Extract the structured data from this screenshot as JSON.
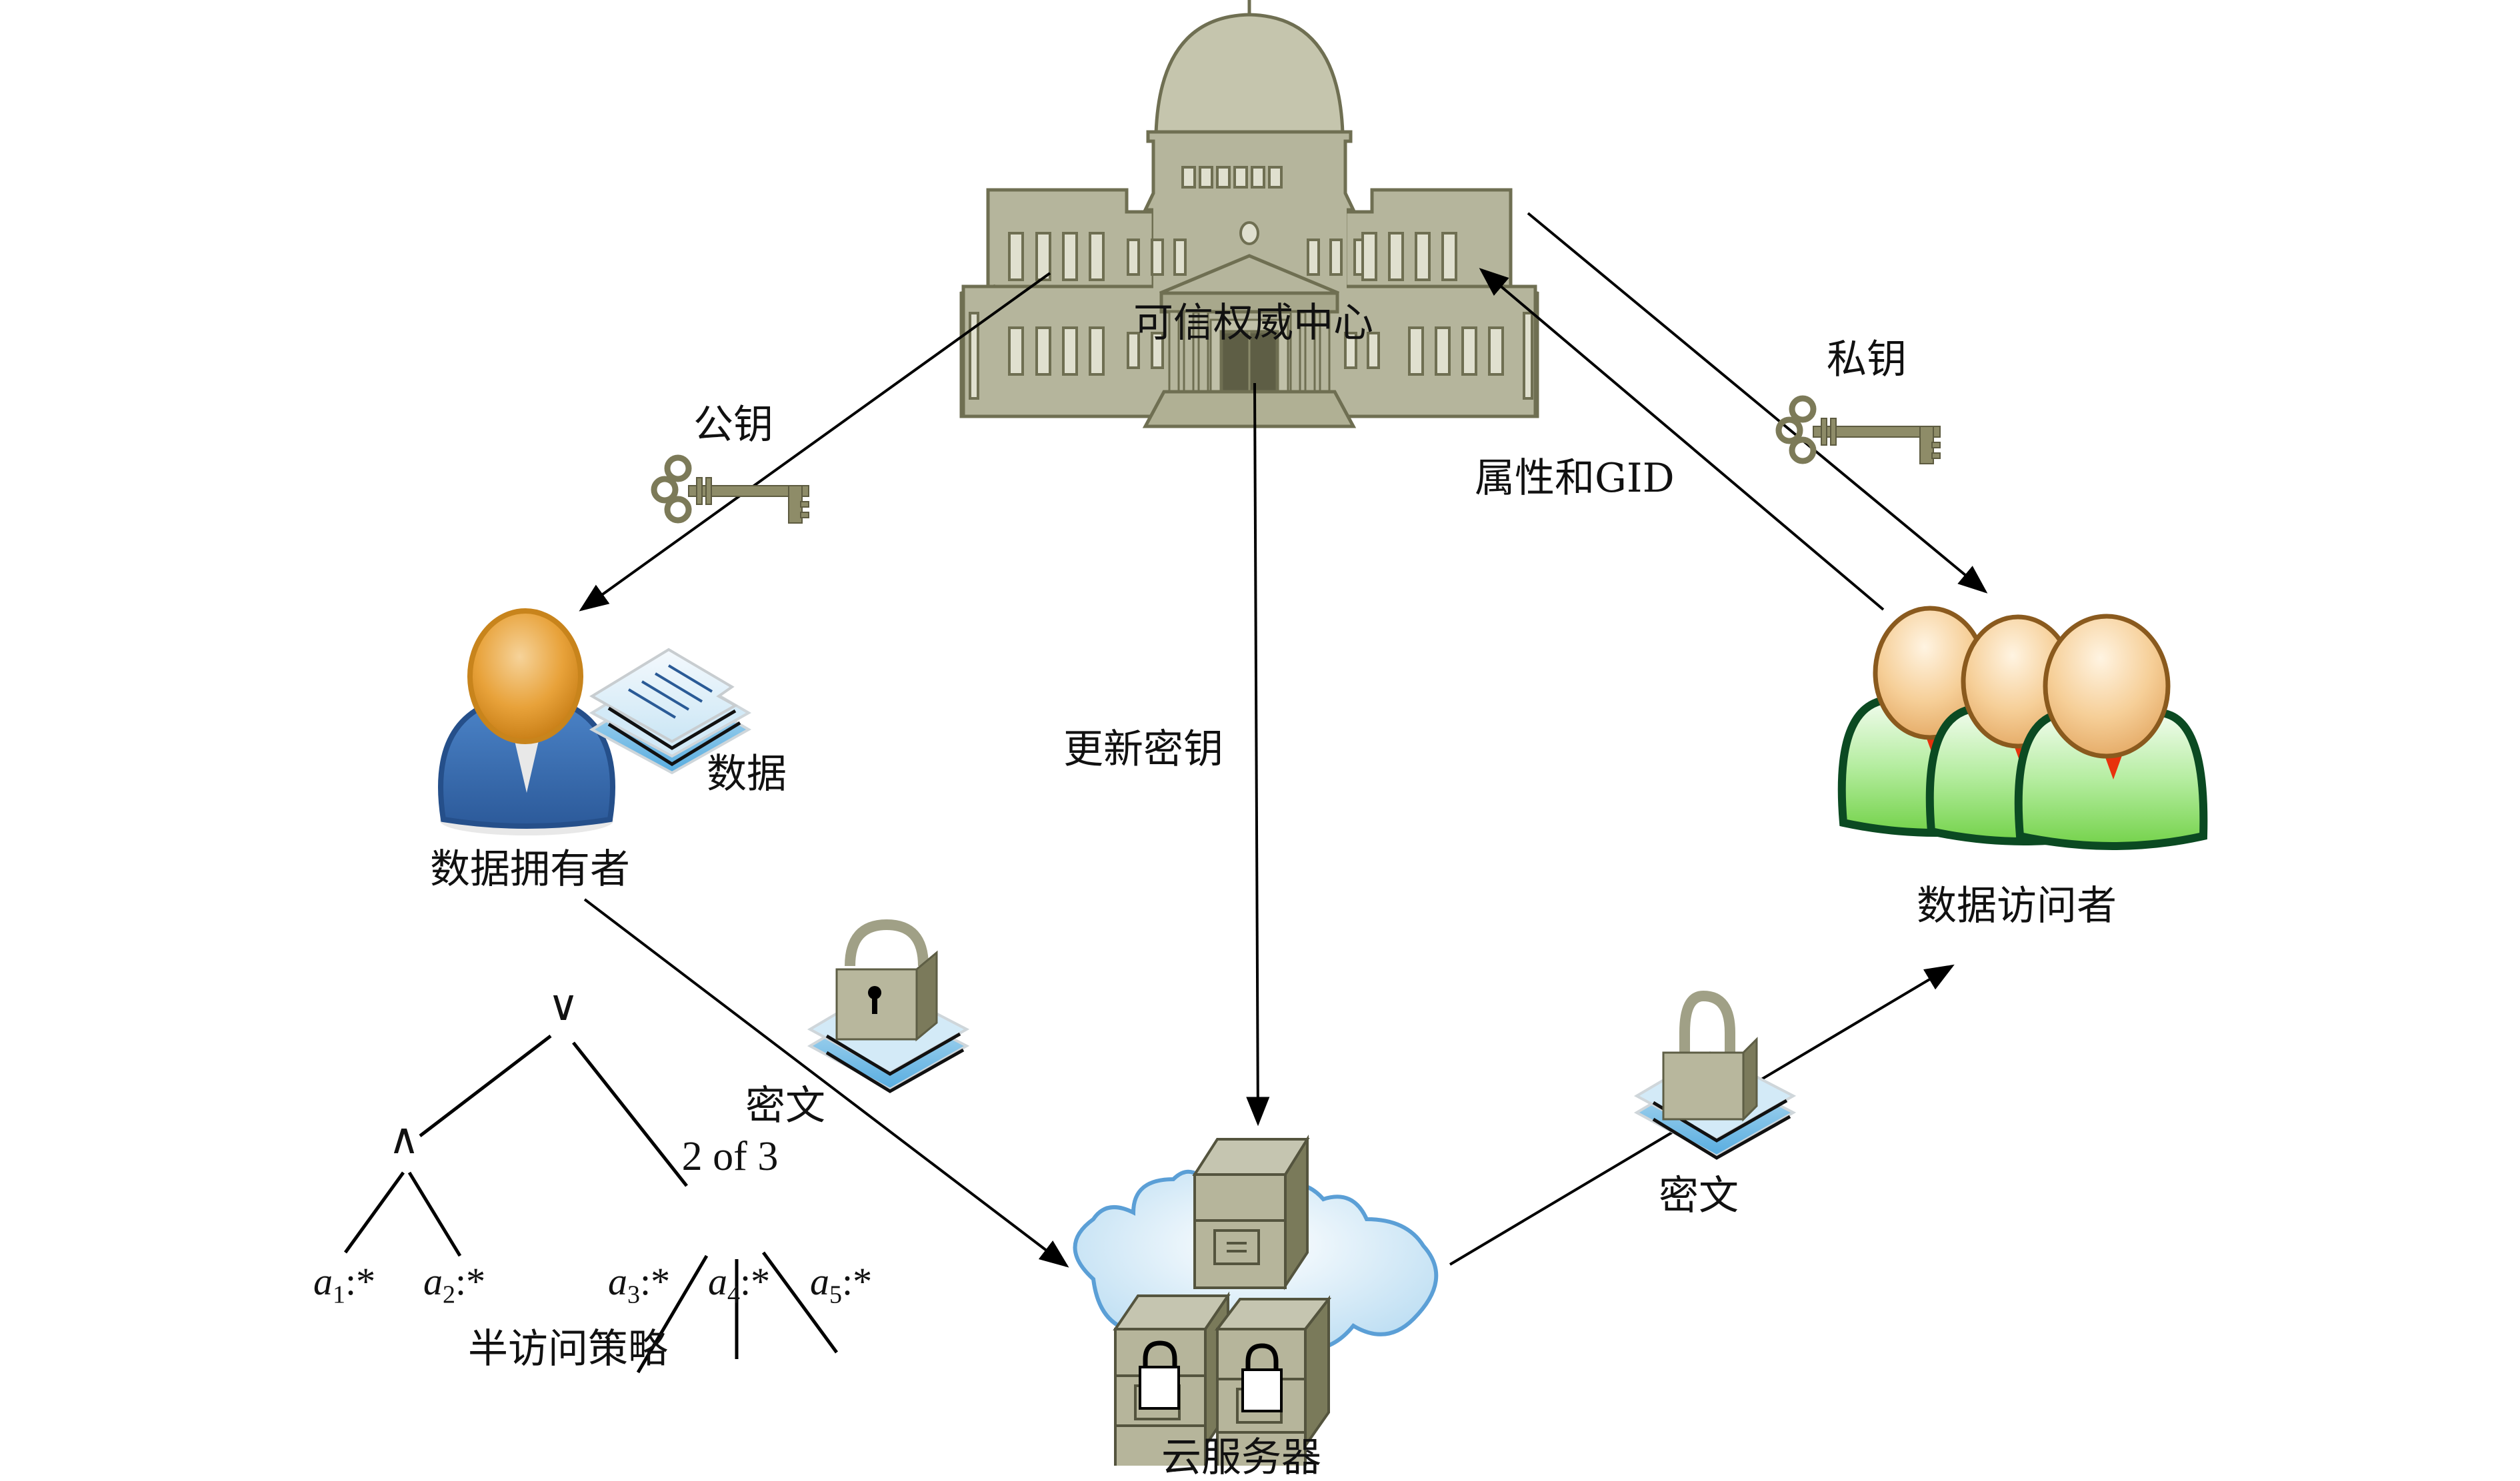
{
  "nodes": {
    "authority": {
      "label": "可信权威中心",
      "icon": "government-building-icon"
    },
    "owner": {
      "label": "数据拥有者",
      "icon": "user-icon"
    },
    "accessors": {
      "label": "数据访问者",
      "icon": "user-group-icon"
    },
    "cloud": {
      "label": "云服务器",
      "icon": "cloud-server-icon"
    }
  },
  "edges": [
    {
      "from": "authority",
      "to": "owner",
      "label": "公钥",
      "icon": "key-icon"
    },
    {
      "from": "authority",
      "to": "cloud",
      "label": "更新密钥"
    },
    {
      "from": "accessors",
      "to": "authority",
      "label": "属性和GID"
    },
    {
      "from": "authority",
      "to": "accessors",
      "label": "私钥",
      "icon": "key-icon"
    },
    {
      "from": "owner",
      "to": "cloud",
      "label": "密文",
      "icon": "locked-document-icon"
    },
    {
      "from": "cloud",
      "to": "accessors",
      "label": "密文",
      "icon": "locked-document-icon"
    }
  ],
  "data_label": "数据",
  "policy": {
    "title": "半访问策略",
    "root": "∨",
    "and_node": "∧",
    "threshold": "2 of 3",
    "leaves": [
      {
        "var": "a",
        "sub": "1",
        "val": ":*"
      },
      {
        "var": "a",
        "sub": "2",
        "val": ":*"
      },
      {
        "var": "a",
        "sub": "3",
        "val": ":*"
      },
      {
        "var": "a",
        "sub": "4",
        "val": ":*"
      },
      {
        "var": "a",
        "sub": "5",
        "val": ":*"
      }
    ]
  },
  "colors": {
    "building": "#b5b59c",
    "building_dark": "#6f6f52",
    "owner_head": "#e39b2a",
    "owner_body": "#2f63a8",
    "accessor_head": "#f5c98e",
    "accessor_body": "#8fdc6a",
    "accessor_outline": "#0b4a22",
    "doc_blue": "#5fb2e0",
    "cloud": "#dbeefa",
    "cloud_outline": "#5b9fd6"
  }
}
